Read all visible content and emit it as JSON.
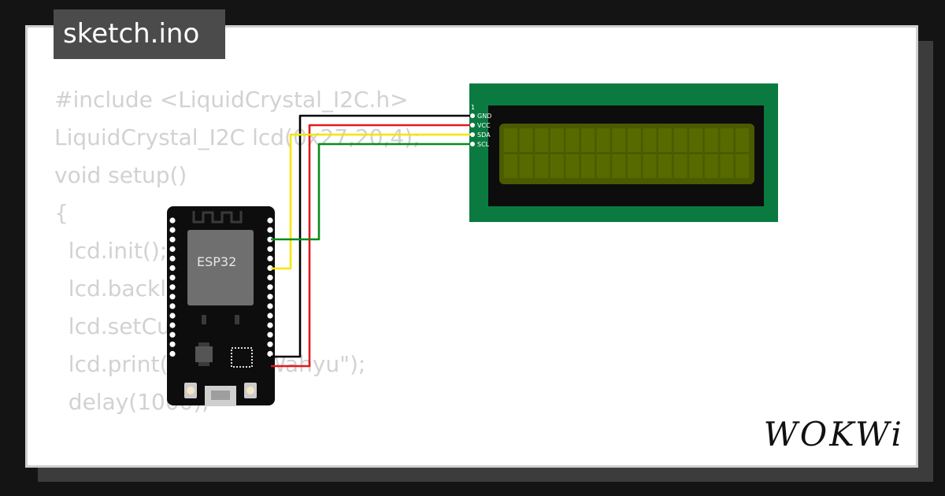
{
  "tab": {
    "filename": "sketch.ino"
  },
  "code_lines": [
    "#include <LiquidCrystal_I2C.h>",
    "",
    "LiquidCrystal_I2C lcd(0x27,20,4);",
    "",
    "void setup()",
    "{",
    "  lcd.init();",
    "  lcd.backlight();",
    "  lcd.setCursor(0,0);",
    "  lcd.print(\"Nama : Wahyu\");",
    "  delay(1000);"
  ],
  "board": {
    "chip_label": "ESP32"
  },
  "lcd": {
    "pin_index_label": "1",
    "pins": [
      "GND",
      "VCC",
      "SDA",
      "SCL"
    ]
  },
  "brand": {
    "logo_text": "WOKWi"
  },
  "colors": {
    "background": "#141414",
    "card": "#ffffff",
    "board": "#0d0d0d",
    "module": "#6f6f6f",
    "lcd_pcb": "#0a7a41",
    "lcd_screen": "#4a5b00",
    "wire_gnd": "#000000",
    "wire_vcc": "#e0191e",
    "wire_sda": "#f5e600",
    "wire_scl": "#0a8a1a"
  }
}
